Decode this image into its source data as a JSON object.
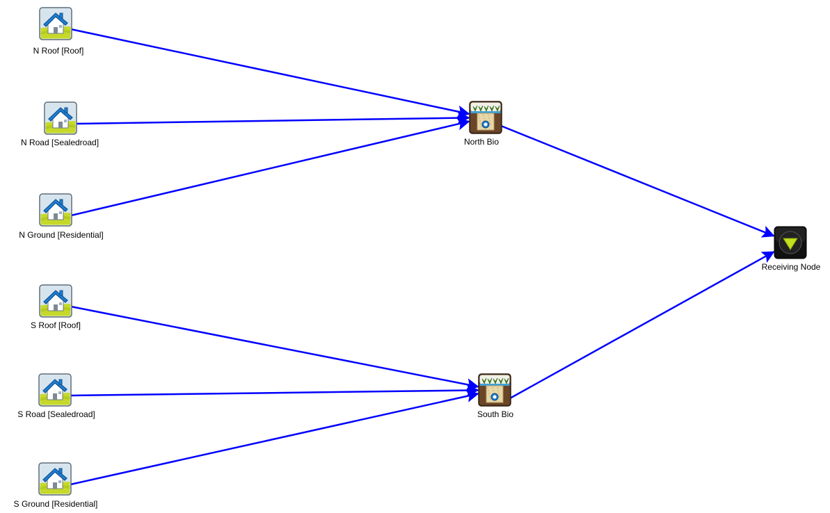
{
  "diagram": {
    "link_color": "#0000ff",
    "nodes": {
      "n_roof": {
        "label": "N Roof [Roof]",
        "icon": "house-icon"
      },
      "n_road": {
        "label": "N Road [Sealedroad]",
        "icon": "house-icon"
      },
      "n_ground": {
        "label": "N Ground [Residential]",
        "icon": "house-icon"
      },
      "s_roof": {
        "label": "S Roof [Roof]",
        "icon": "house-icon"
      },
      "s_road": {
        "label": "S Road [Sealedroad]",
        "icon": "house-icon"
      },
      "s_ground": {
        "label": "S Ground [Residential]",
        "icon": "house-icon"
      },
      "north_bio": {
        "label": "North Bio",
        "icon": "bioretention-icon"
      },
      "south_bio": {
        "label": "South Bio",
        "icon": "bioretention-icon"
      },
      "receiving": {
        "label": "Receiving Node",
        "icon": "receiving-node-icon"
      }
    },
    "links": [
      {
        "from": "n_roof",
        "to": "north_bio"
      },
      {
        "from": "n_road",
        "to": "north_bio"
      },
      {
        "from": "n_ground",
        "to": "north_bio"
      },
      {
        "from": "s_roof",
        "to": "south_bio"
      },
      {
        "from": "s_road",
        "to": "south_bio"
      },
      {
        "from": "s_ground",
        "to": "south_bio"
      },
      {
        "from": "north_bio",
        "to": "receiving"
      },
      {
        "from": "south_bio",
        "to": "receiving"
      }
    ]
  }
}
